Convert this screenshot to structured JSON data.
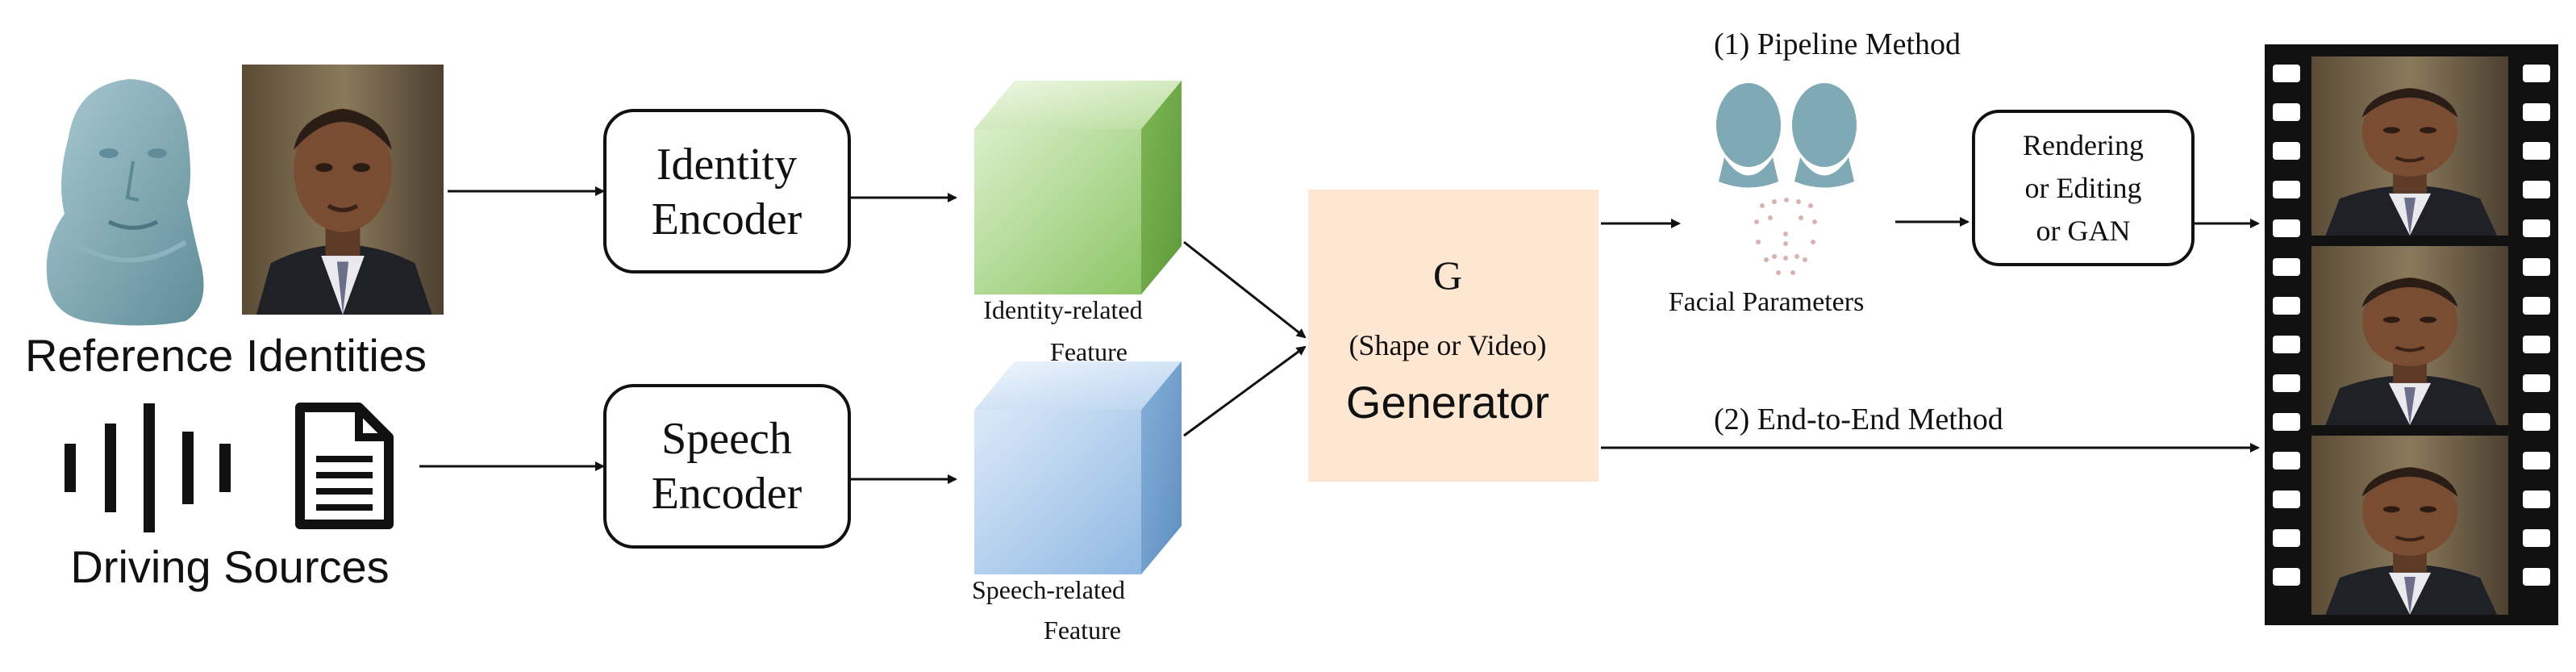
{
  "inputs": {
    "reference_label": "Reference Identities",
    "driving_label": "Driving Sources"
  },
  "encoders": {
    "identity": [
      "Identity",
      "Encoder"
    ],
    "speech": [
      "Speech",
      "Encoder"
    ]
  },
  "features": {
    "identity": [
      "Identity-related",
      "Feature"
    ],
    "speech": [
      "Speech-related",
      "Feature"
    ]
  },
  "generator": {
    "symbol": "G",
    "subtitle": "(Shape or Video)",
    "label": "Generator"
  },
  "pipeline": {
    "heading": "(1)  Pipeline Method",
    "params_label": "Facial Parameters",
    "render_box": [
      "Rendering",
      "or Editing",
      "or GAN"
    ]
  },
  "end_to_end": {
    "heading": "(2)  End-to-End Method"
  },
  "colors": {
    "head_mesh": "#7fa9b4",
    "identity_cube": "#8cc565",
    "speech_cube": "#8fb8e2",
    "generator_fill": "#fde6d2",
    "film": "#111111"
  },
  "icons": [
    "3d-head-mesh-icon",
    "face-photo-icon",
    "audio-waveform-icon",
    "document-icon",
    "facial-landmarks-icon",
    "film-strip-icon"
  ]
}
